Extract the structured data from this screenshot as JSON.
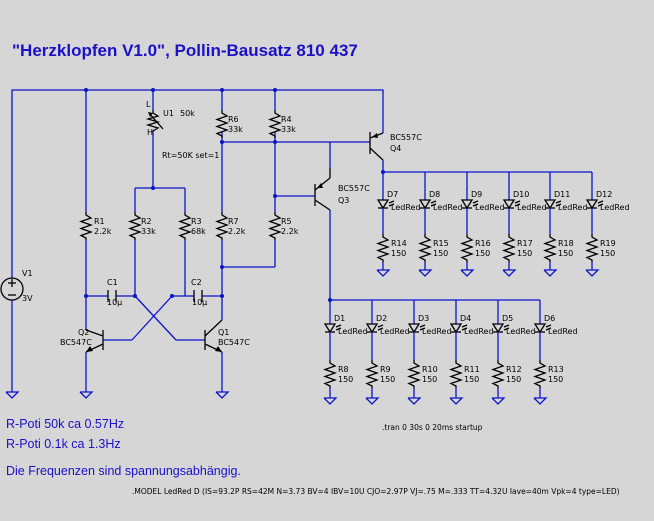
{
  "title": "\"Herzklopfen V1.0\", Pollin-Bausatz 810 437",
  "notes": [
    "R-Poti 50k ca 0.57Hz",
    "R-Poti 0.1k ca 1.3Hz",
    "Die Frequenzen sind spannungsabhängig."
  ],
  "directive_tran": ".tran 0 30s 0 20ms startup",
  "directive_model": ".MODEL LedRed D (IS=93.2P RS=42M N=3.73 BV=4 IBV=10U CJO=2.97P VJ=.75 M=.333 TT=4.32U Iave=40m Vpk=4 type=LED)",
  "source": {
    "name": "V1",
    "value": "3V"
  },
  "pot": {
    "name": "U1",
    "value": "50k",
    "pin_l": "L",
    "pin_h": "H",
    "param": "Rt=50K set=1"
  },
  "resistors": [
    {
      "name": "R1",
      "value": "2.2k"
    },
    {
      "name": "R2",
      "value": "33k"
    },
    {
      "name": "R3",
      "value": "68k"
    },
    {
      "name": "R4",
      "value": "33k"
    },
    {
      "name": "R5",
      "value": "2.2k"
    },
    {
      "name": "R6",
      "value": "33k"
    },
    {
      "name": "R7",
      "value": "2.2k"
    },
    {
      "name": "R8",
      "value": "150"
    },
    {
      "name": "R9",
      "value": "150"
    },
    {
      "name": "R10",
      "value": "150"
    },
    {
      "name": "R11",
      "value": "150"
    },
    {
      "name": "R12",
      "value": "150"
    },
    {
      "name": "R13",
      "value": "150"
    },
    {
      "name": "R14",
      "value": "150"
    },
    {
      "name": "R15",
      "value": "150"
    },
    {
      "name": "R16",
      "value": "150"
    },
    {
      "name": "R17",
      "value": "150"
    },
    {
      "name": "R18",
      "value": "150"
    },
    {
      "name": "R19",
      "value": "150"
    }
  ],
  "capacitors": [
    {
      "name": "C1",
      "value": "10µ"
    },
    {
      "name": "C2",
      "value": "10µ"
    }
  ],
  "transistors": [
    {
      "name": "Q1",
      "model": "BC547C"
    },
    {
      "name": "Q2",
      "model": "BC547C"
    },
    {
      "name": "Q3",
      "model": "BC557C"
    },
    {
      "name": "Q4",
      "model": "BC557C"
    }
  ],
  "leds_bottom": [
    "D1",
    "D2",
    "D3",
    "D4",
    "D5",
    "D6"
  ],
  "leds_top": [
    "D7",
    "D8",
    "D9",
    "D10",
    "D11",
    "D12"
  ],
  "led_model": "LedRed"
}
